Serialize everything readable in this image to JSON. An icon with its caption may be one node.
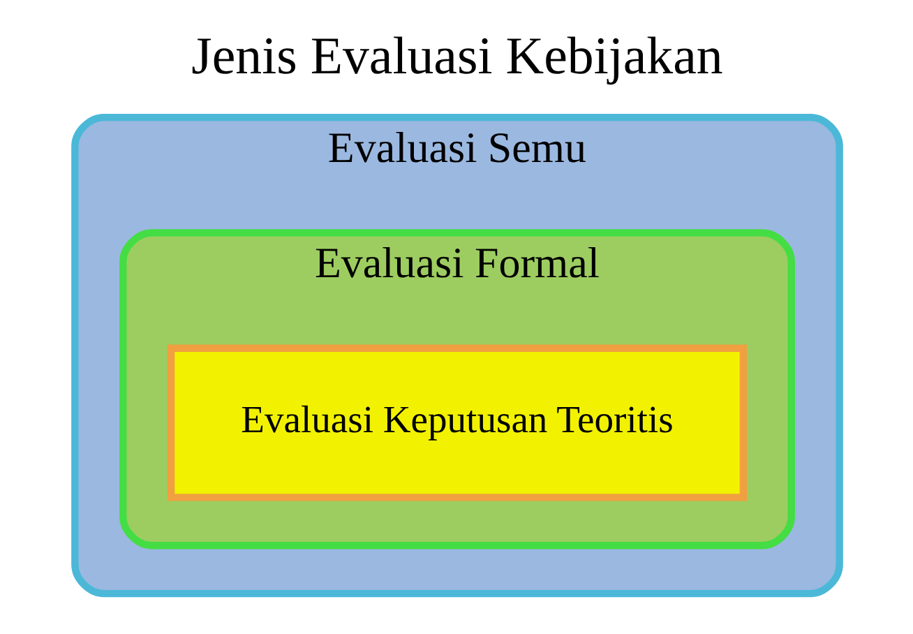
{
  "diagram": {
    "title": "Jenis Evaluasi Kebijakan",
    "nodes": [
      {
        "text": [
          "Evaluasi Semu"
        ]
      },
      {
        "text": [
          "Evaluasi Formal"
        ],
        "in": 0
      },
      {
        "text": [
          "Evaluasi Keputusan Teoritis"
        ],
        "in": 1
      }
    ]
  }
}
